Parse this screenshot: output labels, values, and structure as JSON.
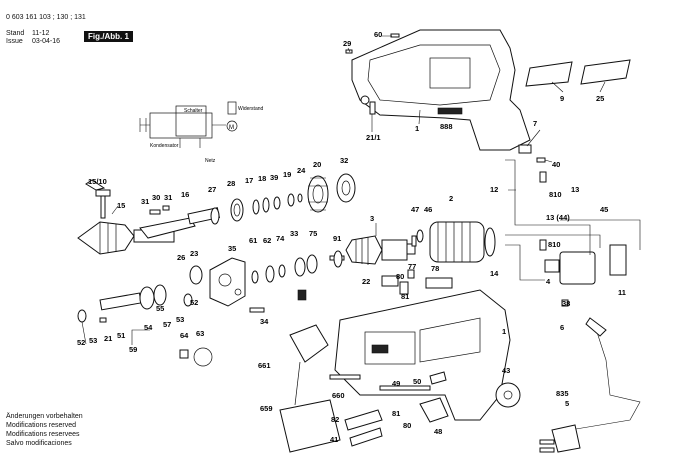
{
  "header": {
    "doc_number": "0 603 161 103 ; 130 ; 131",
    "stand_label": "Stand",
    "stand_value": "11-12",
    "issue_label": "Issue",
    "issue_value": "03-04-16",
    "figure_label": "Fig./Abb. 1"
  },
  "schematic": {
    "schalter": "Schalter",
    "widerstand": "Widerstand",
    "kondensator": "Kondensator",
    "netz": "Netz",
    "m": "M"
  },
  "parts": [
    "29",
    "60",
    "9",
    "25",
    "1",
    "888",
    "21/1",
    "7",
    "40",
    "12",
    "810",
    "13",
    "45",
    "2",
    "47",
    "46",
    "13 (44)",
    "810",
    "14",
    "4",
    "38",
    "11",
    "6",
    "835",
    "5",
    "3",
    "91",
    "77",
    "78",
    "80",
    "81",
    "22",
    "75",
    "33",
    "74",
    "62",
    "61",
    "35",
    "23",
    "26",
    "31",
    "30",
    "31",
    "16",
    "27",
    "28",
    "17",
    "18",
    "39",
    "19",
    "24",
    "20",
    "32",
    "15/10",
    "15",
    "52",
    "51",
    "54",
    "55",
    "53",
    "52",
    "21",
    "53",
    "57",
    "59",
    "34",
    "63",
    "64",
    "661",
    "660",
    "659",
    "82",
    "41",
    "49",
    "50",
    "81",
    "80",
    "48",
    "43",
    "1"
  ],
  "notes": [
    "Änderungen vorbehalten",
    "Modifications reserved",
    "Modifications reservees",
    "Salvo modificaciones"
  ]
}
